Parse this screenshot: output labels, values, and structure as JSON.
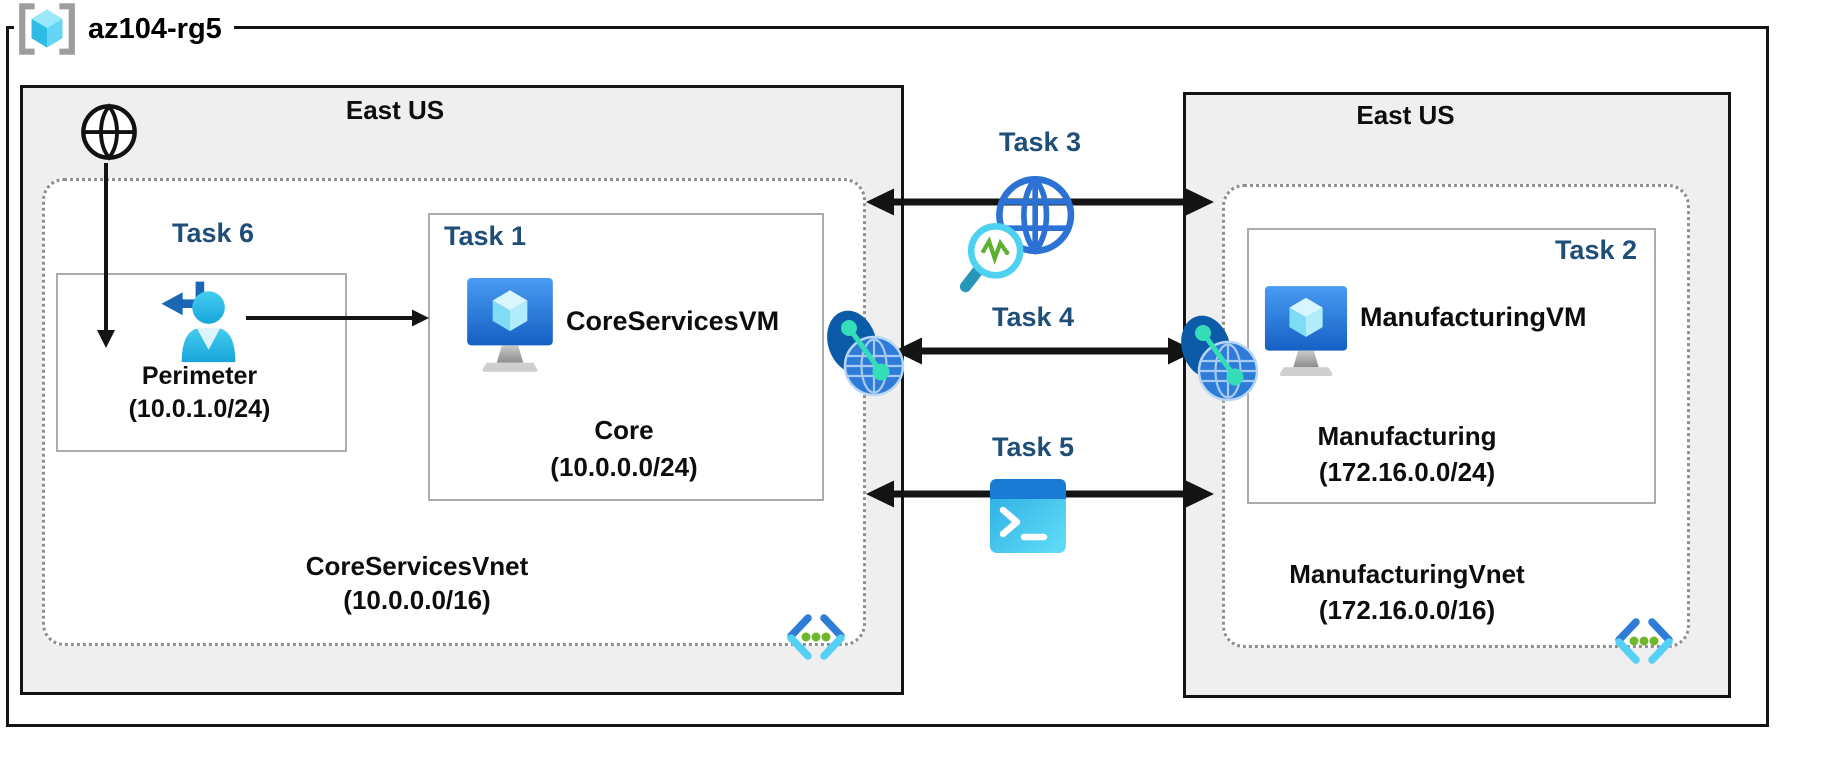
{
  "rg": {
    "label": "az104-rg5",
    "icon": "resource-group-icon"
  },
  "left_region": {
    "label": "East US",
    "internet_icon": "internet-globe-icon",
    "vnet": {
      "name": "CoreServicesVnet",
      "cidr": "(10.0.0.0/16)",
      "icon": "virtual-network-icon"
    },
    "perimeter_subnet": {
      "task": "Task 6",
      "name": "Perimeter",
      "cidr": "(10.0.1.0/24)",
      "icon": "sign-in-user-icon"
    },
    "core_subnet": {
      "task": "Task 1",
      "vm_name": "CoreServicesVM",
      "name": "Core",
      "cidr": "(10.0.0.0/24)",
      "icon": "virtual-machine-icon"
    }
  },
  "right_region": {
    "label": "East US",
    "vnet": {
      "name": "ManufacturingVnet",
      "cidr": "(172.16.0.0/16)",
      "icon": "virtual-network-icon"
    },
    "subnet": {
      "task": "Task 2",
      "vm_name": "ManufacturingVM",
      "name": "Manufacturing",
      "cidr": "(172.16.0.0/24)",
      "icon": "virtual-machine-icon"
    }
  },
  "connections": {
    "task3": {
      "label": "Task 3",
      "icon": "network-watcher-icon",
      "style": "bidirectional-arrow"
    },
    "task4": {
      "label": "Task 4",
      "icon": "network-peering-icon",
      "style": "bidirectional-arrow"
    },
    "task5": {
      "label": "Task 5",
      "icon": "cloud-shell-icon",
      "style": "bidirectional-arrow"
    }
  },
  "colors": {
    "task_label": "#1F4E79",
    "region_fill": "#efefef",
    "outline": "#141414",
    "subnet_border": "#ababab",
    "vnet_dotted_border": "#8f8f8f",
    "azure_blue": "#2e7bd8",
    "cyan": "#50cdf2",
    "teal_accent": "#35dcb8",
    "green_dots": "#6fb82c"
  }
}
